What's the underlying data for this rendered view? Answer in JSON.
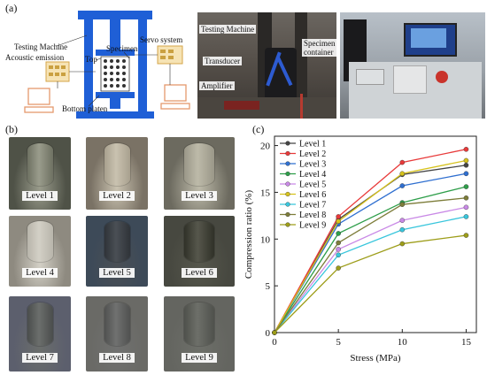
{
  "panel_labels": {
    "a": "(a)",
    "b": "(b)",
    "c": "(c)"
  },
  "schematic": {
    "testing_machine": "Testing Machine",
    "acoustic_emission": "Acoustic emission",
    "top": "Top",
    "specimen": "Specimen",
    "servo_system": "Servo system",
    "bottom_platen": "Bottom platen"
  },
  "photo": {
    "testing_machine": "Testing Machine",
    "transducer": "Transducer",
    "amplifier": "Amplifier",
    "specimen_container": "Specimen container"
  },
  "samples": [
    {
      "label": "Level 1",
      "bg": "#4f5247",
      "cyl": "#6e7162",
      "top": "#9a9c8c"
    },
    {
      "label": "Level 2",
      "bg": "#7a7265",
      "cyl": "#a8a08e",
      "top": "#c9c2b0"
    },
    {
      "label": "Level 3",
      "bg": "#6c6a5f",
      "cyl": "#9a9788",
      "top": "#bdbaa9"
    },
    {
      "label": "Level 4",
      "bg": "#8e8a80",
      "cyl": "#b8b5ab",
      "top": "#d3d0c6"
    },
    {
      "label": "Level 5",
      "bg": "#3d4a58",
      "cyl": "#2f3338",
      "top": "#4a4f55"
    },
    {
      "label": "Level 6",
      "bg": "#474840",
      "cyl": "#303128",
      "top": "#56574c"
    },
    {
      "label": "Level 7",
      "bg": "#5c5f6d",
      "cyl": "#4a4d4c",
      "top": "#6b6e6c"
    },
    {
      "label": "Level 8",
      "bg": "#6a6a66",
      "cyl": "#505150",
      "top": "#707170"
    },
    {
      "label": "Level 9",
      "bg": "#646560",
      "cyl": "#4f514c",
      "top": "#6d6f69"
    }
  ],
  "chart_data": {
    "type": "line",
    "xlabel": "Stress (MPa)",
    "ylabel": "Compression ratio (%)",
    "xlim": [
      0,
      15.8
    ],
    "ylim": [
      0,
      21
    ],
    "xticks": [
      0,
      5,
      10,
      15
    ],
    "yticks": [
      0,
      5,
      10,
      15,
      20
    ],
    "x": [
      0,
      5,
      10,
      15
    ],
    "legend_position": "top-left",
    "series": [
      {
        "name": "Level 1",
        "color": "#444444",
        "values": [
          0,
          12.1,
          16.9,
          17.9
        ]
      },
      {
        "name": "Level 2",
        "color": "#e83a3a",
        "values": [
          0,
          12.4,
          18.2,
          19.6
        ]
      },
      {
        "name": "Level 3",
        "color": "#2f6fd0",
        "values": [
          0,
          11.6,
          15.7,
          17.0
        ]
      },
      {
        "name": "Level 4",
        "color": "#2e9e4a",
        "values": [
          0,
          10.6,
          13.9,
          15.6
        ]
      },
      {
        "name": "Level 5",
        "color": "#c989e6",
        "values": [
          0,
          8.9,
          12.0,
          13.4
        ]
      },
      {
        "name": "Level 6",
        "color": "#d6c21c",
        "values": [
          0,
          11.9,
          17.0,
          18.4
        ]
      },
      {
        "name": "Level 7",
        "color": "#38c6dc",
        "values": [
          0,
          8.3,
          11.0,
          12.4
        ]
      },
      {
        "name": "Level 8",
        "color": "#7d7d3a",
        "values": [
          0,
          9.6,
          13.7,
          14.4
        ]
      },
      {
        "name": "Level 9",
        "color": "#9d9d19",
        "values": [
          0,
          6.9,
          9.5,
          10.4
        ]
      }
    ]
  }
}
